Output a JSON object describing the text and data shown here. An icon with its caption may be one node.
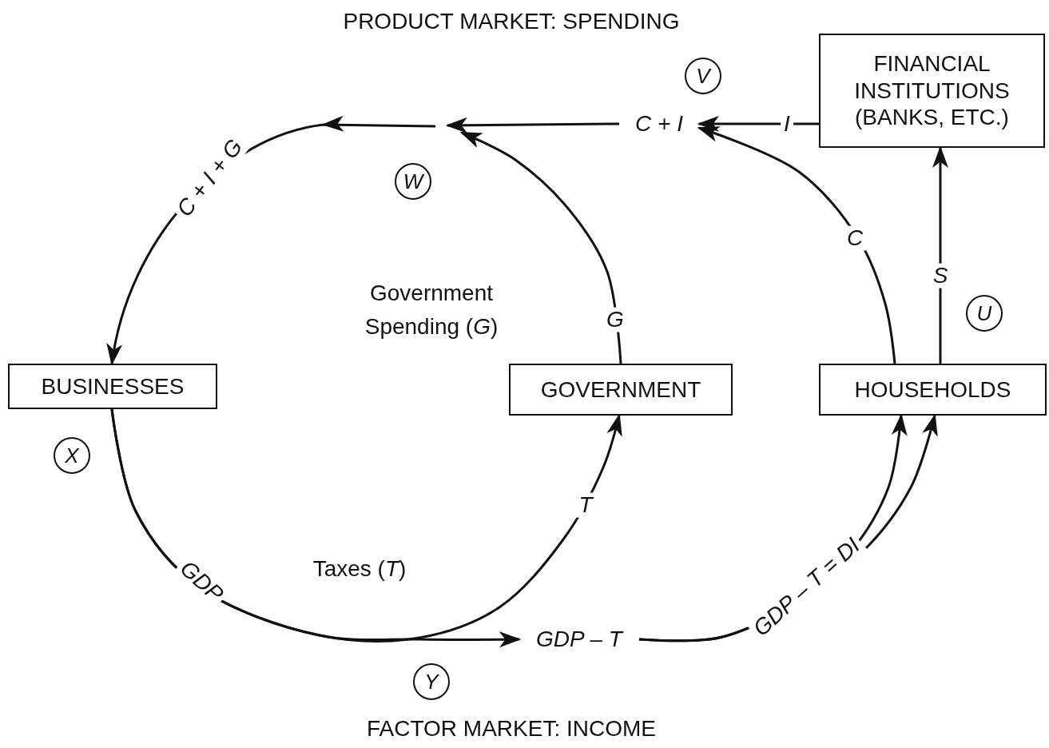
{
  "diagram": {
    "nodes": [
      {
        "text": [
          "V"
        ]
      },
      {
        "text": [
          "FINANCIAL INSTITUTIONS (BANKS, ETC.)"
        ]
      },
      {
        "text": [
          "C + I"
        ]
      },
      {
        "text": [
          "W"
        ]
      },
      {
        "text": [
          "U"
        ]
      },
      {
        "text": [
          "BUSINESSES"
        ]
      },
      {
        "text": [
          "GOVERNMENT"
        ]
      },
      {
        "text": [
          "HOUSEHOLDS"
        ]
      },
      {
        "text": [
          "X"
        ]
      },
      {
        "text": [
          "GDP – T"
        ]
      },
      {
        "text": [
          "Y"
        ]
      }
    ],
    "edges": [
      {
        "from": 7,
        "to": 2,
        "arrow": "to",
        "label": "C"
      },
      {
        "from": 7,
        "to": 1,
        "arrow": "to",
        "label": "S"
      },
      {
        "from": 1,
        "to": 2,
        "arrow": "to",
        "label": "I"
      },
      {
        "from": 2,
        "to": null,
        "arrow": "to"
      },
      {
        "from": 6,
        "to": null,
        "arrow": "to",
        "label": "G"
      },
      {
        "from": null,
        "to": 5,
        "arrow": "to",
        "label": "C + I + G"
      },
      {
        "from": 5,
        "to": 6,
        "arrow": "to",
        "label": "T"
      },
      {
        "from": 5,
        "to": 9,
        "arrow": "to",
        "label": "GDP"
      },
      {
        "from": 9,
        "to": 7,
        "arrow": "to",
        "label": "GDP – T = DI"
      },
      {
        "from": 9,
        "to": 7,
        "arrow": "to"
      }
    ],
    "labels": [
      "PRODUCT MARKET: SPENDING",
      "Government Spending (*G*)",
      "Taxes (*T*)",
      "FACTOR MARKET: INCOME"
    ]
  }
}
